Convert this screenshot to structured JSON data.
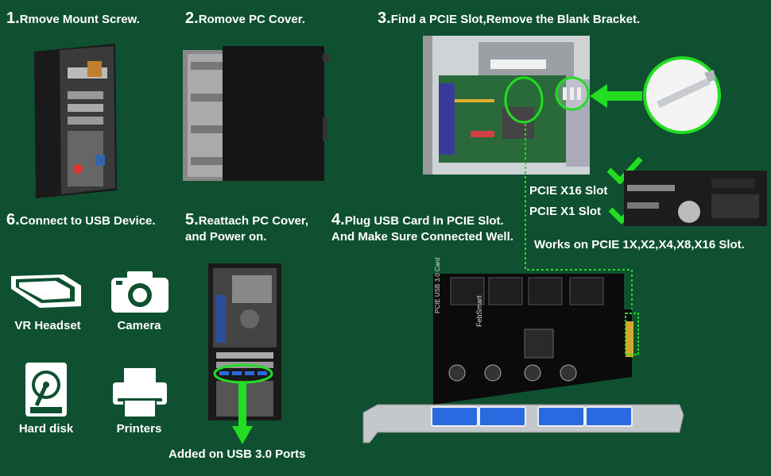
{
  "steps": {
    "s1": {
      "num": "1.",
      "text": "Rmove Mount Screw."
    },
    "s2": {
      "num": "2.",
      "text": "Romove PC Cover."
    },
    "s3": {
      "num": "3.",
      "text": "Find a PCIE Slot,Remove the Blank Bracket."
    },
    "s4": {
      "num": "4.",
      "line1": "Plug USB Card In PCIE Slot.",
      "line2": "And Make Sure Connected Well."
    },
    "s5": {
      "num": "5.",
      "line1": "Reattach PC Cover,",
      "line2": "and Power on."
    },
    "s6": {
      "num": "6.",
      "text": "Connect to USB Device."
    }
  },
  "slots": {
    "x16": "PCIE X16 Slot",
    "x1": "PCIE X1 Slot"
  },
  "works_on": "Works on PCIE 1X,X2,X4,X8,X16 Slot.",
  "added_ports": "Added on USB 3.0 Ports",
  "devices": [
    {
      "label": "VR Headset",
      "icon": "vr-headset-icon"
    },
    {
      "label": "Camera",
      "icon": "camera-icon"
    },
    {
      "label": "Hard disk",
      "icon": "hard-disk-icon"
    },
    {
      "label": "Printers",
      "icon": "printer-icon"
    }
  ],
  "card": {
    "name": "PCIE USB 3.0 Card",
    "brand": "FebSmart"
  },
  "colors": {
    "background": "#0f5030",
    "accent_green": "#22dd22",
    "text": "#ffffff"
  }
}
